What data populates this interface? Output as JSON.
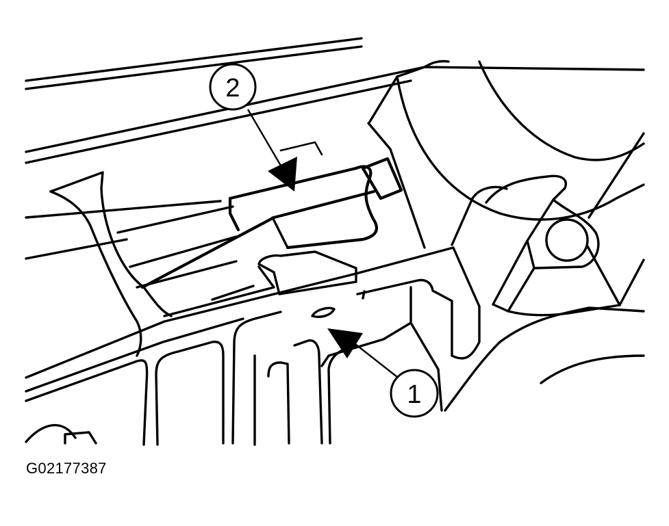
{
  "figure_id": "G02177387",
  "callouts": [
    {
      "number": "1"
    },
    {
      "number": "2"
    }
  ]
}
